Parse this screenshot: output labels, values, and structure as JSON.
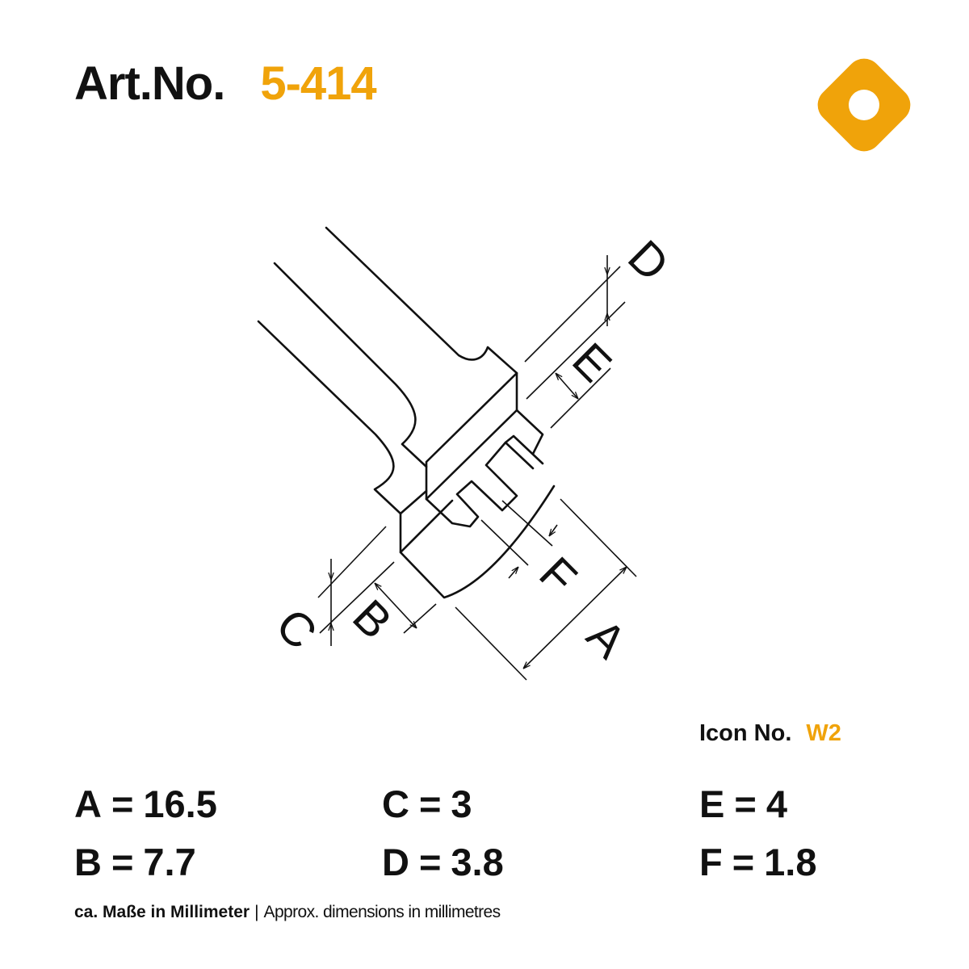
{
  "header": {
    "art_label": "Art.No.",
    "art_number": "5-414"
  },
  "logo": {
    "icon": "diamond-ring-icon",
    "color": "#F0A30A"
  },
  "drawing": {
    "labels": {
      "A": "A",
      "B": "B",
      "C": "C",
      "D": "D",
      "E": "E",
      "F": "F"
    }
  },
  "icon_no": {
    "label": "Icon No.",
    "value": "W2"
  },
  "dimensions": [
    {
      "key": "A",
      "eq": "=",
      "value": "16.5"
    },
    {
      "key": "B",
      "eq": "=",
      "value": "7.7"
    },
    {
      "key": "C",
      "eq": "=",
      "value": "3"
    },
    {
      "key": "D",
      "eq": "=",
      "value": "3.8"
    },
    {
      "key": "E",
      "eq": "=",
      "value": "4"
    },
    {
      "key": "F",
      "eq": "=",
      "value": "1.8"
    }
  ],
  "note": {
    "de": "ca. Maße in Millimeter",
    "separator": "|",
    "en": "Approx. dimensions in millimetres"
  },
  "colors": {
    "accent": "#F0A30A",
    "text": "#111111"
  }
}
